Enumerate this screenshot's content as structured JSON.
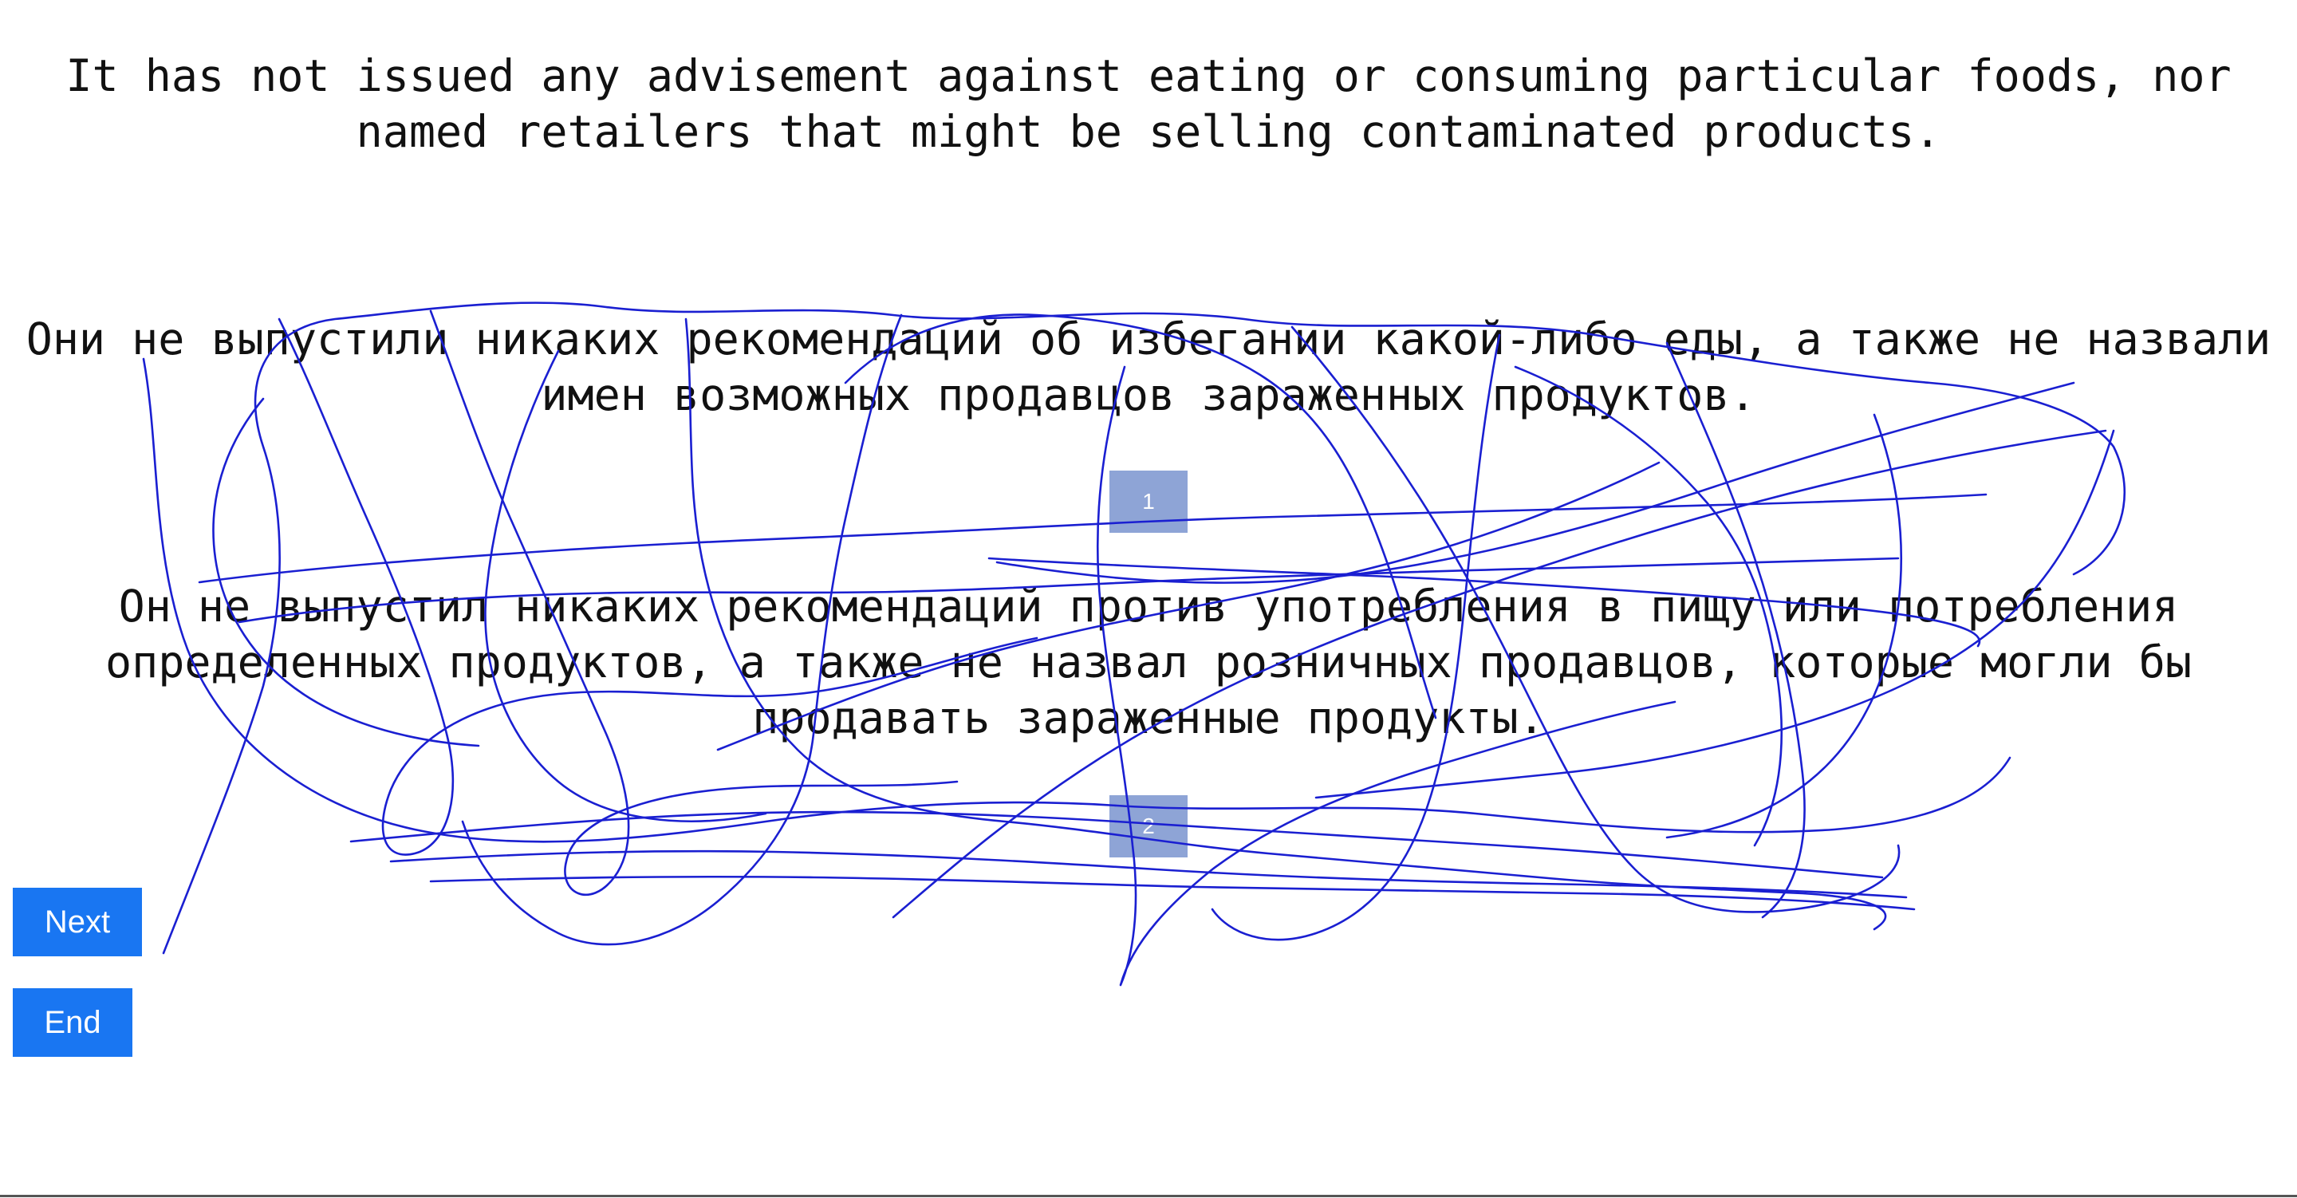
{
  "source": {
    "text": "It has not issued any advisement against eating or consuming particular foods, nor named retailers that might be selling contaminated products."
  },
  "translations": [
    {
      "text": "Они не выпустили никаких рекомендаций об избегании какой-либо еды, а также не назвали имен возможных продавцов зараженных продуктов.",
      "rank": "1"
    },
    {
      "text": "Он не выпустил никаких рекомендаций против употребления в пищу или потребления определенных продуктов, а также не назвал розничных продавцов, которые могли бы продавать зараженные продукты.",
      "rank": "2"
    }
  ],
  "navigation": {
    "next_label": "Next",
    "end_label": "End"
  },
  "colors": {
    "button": "#1976f2",
    "badge": "#8ea4d6",
    "scribble": "#1a1fd1"
  }
}
